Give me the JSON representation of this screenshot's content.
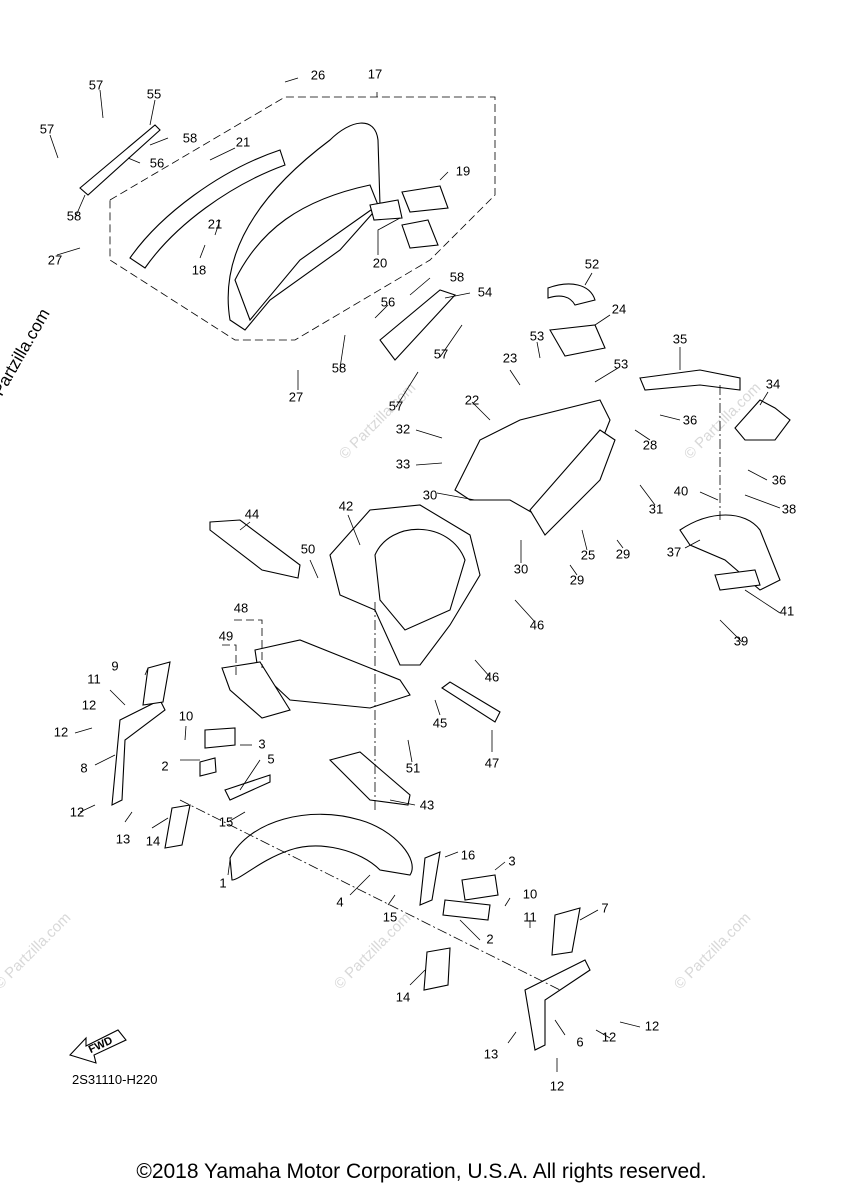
{
  "side_credit": "© Partzilla.com",
  "watermark": "© Partzilla.com",
  "diagram_code": "2S31110-H220",
  "fwd_label": "FWD",
  "copyright": "©2018 Yamaha Motor Corporation, U.S.A. All rights reserved.",
  "callouts": [
    "1",
    "2",
    "2",
    "3",
    "3",
    "4",
    "5",
    "6",
    "7",
    "8",
    "9",
    "10",
    "10",
    "11",
    "11",
    "12",
    "12",
    "12",
    "12",
    "12",
    "12",
    "13",
    "13",
    "14",
    "14",
    "15",
    "15",
    "16",
    "17",
    "18",
    "19",
    "20",
    "21",
    "21",
    "22",
    "23",
    "24",
    "25",
    "26",
    "27",
    "27",
    "28",
    "29",
    "29",
    "30",
    "30",
    "31",
    "32",
    "33",
    "34",
    "35",
    "36",
    "36",
    "37",
    "38",
    "39",
    "40",
    "41",
    "42",
    "43",
    "44",
    "45",
    "46",
    "46",
    "47",
    "48",
    "49",
    "50",
    "51",
    "52",
    "53",
    "53",
    "54",
    "55",
    "56",
    "56",
    "57",
    "57",
    "57",
    "57",
    "58",
    "58",
    "58",
    "58"
  ]
}
